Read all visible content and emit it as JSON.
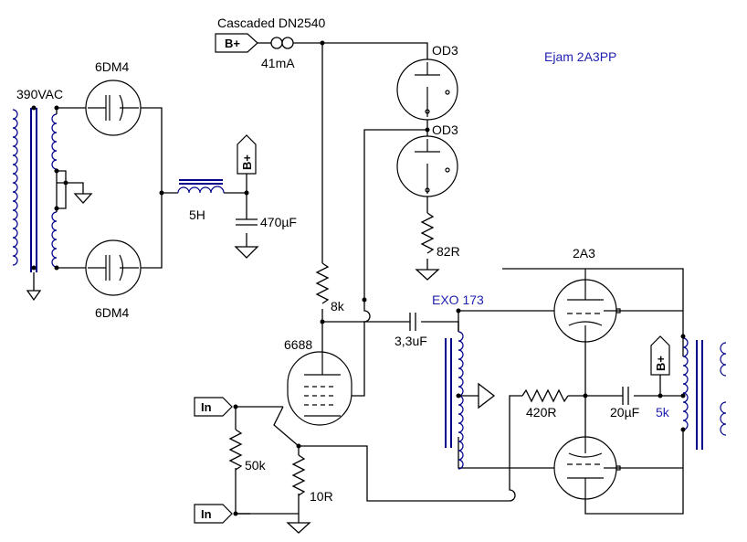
{
  "diagram": {
    "annotation": "Ejam 2A3PP",
    "annotation_color": "#1f1fb0",
    "labels": {
      "cascaded": "Cascaded DN2540",
      "current": "41mA",
      "od3_top": "OD3",
      "od3_bottom": "OD3",
      "r82": "82R",
      "rect_top": "6DM4",
      "rect_bottom": "6DM4",
      "vac": "390VAC",
      "choke": "5H",
      "cap470": "470µF",
      "r8k": "8k",
      "cap33": "3,3uF",
      "driver": "6688",
      "exo": "EXO 173",
      "r420": "420R",
      "cap20": "20µF",
      "imp5k": "5k",
      "pwr": "2A3",
      "r50k": "50k",
      "r10": "10R"
    },
    "ports": {
      "bplus_in": "B+",
      "bplus_psu": "B+",
      "bplus_out": "B+",
      "in_top": "In",
      "in_bottom": "In"
    }
  }
}
